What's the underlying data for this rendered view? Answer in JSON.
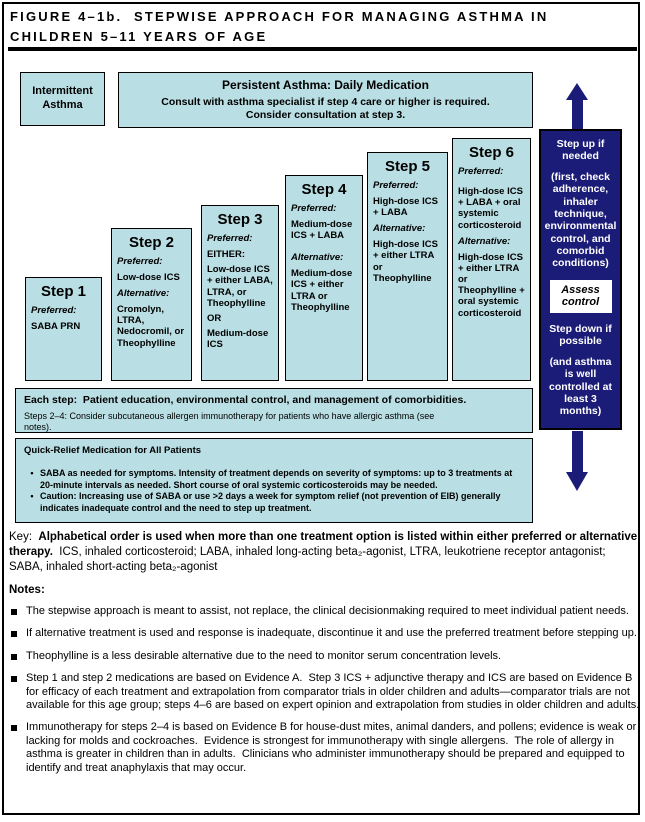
{
  "colors": {
    "light_blue": "#b9dee3",
    "navy": "#1b1b78",
    "text": "#000000"
  },
  "title": {
    "line1": "FIGURE 4–1b.  STEPWISE APPROACH FOR MANAGING ASTHMA IN",
    "line2": "CHILDREN 5–11 YEARS OF AGE"
  },
  "header": {
    "intermittent": "Intermittent Asthma",
    "persistent_title": "Persistent Asthma: Daily Medication",
    "persistent_sub1": "Consult with asthma specialist if step 4 care or higher is required.",
    "persistent_sub2": "Consider consultation at step 3."
  },
  "steps": [
    {
      "title": "Step 1",
      "preferred_label": "Preferred:",
      "preferred": "SABA PRN"
    },
    {
      "title": "Step 2",
      "preferred_label": "Preferred:",
      "preferred": "Low-dose ICS",
      "alternative_label": "Alternative:",
      "alternative": "Cromolyn, LTRA, Nedocromil, or Theophylline"
    },
    {
      "title": "Step 3",
      "preferred_label": "Preferred:",
      "either": "EITHER:",
      "option1": "Low-dose ICS + either LABA, LTRA, or Theophylline",
      "or": "OR",
      "option2": "Medium-dose ICS"
    },
    {
      "title": "Step 4",
      "preferred_label": "Preferred:",
      "preferred": "Medium-dose ICS + LABA",
      "alternative_label": "Alternative:",
      "alternative": "Medium-dose ICS + either LTRA or Theophylline"
    },
    {
      "title": "Step 5",
      "preferred_label": "Preferred:",
      "preferred": "High-dose ICS + LABA",
      "alternative_label": "Alternative:",
      "alternative": "High-dose ICS + either LTRA or Theophylline"
    },
    {
      "title": "Step 6",
      "preferred_label": "Preferred:",
      "preferred": "High-dose ICS + LABA + oral systemic corticosteroid",
      "alternative_label": "Alternative:",
      "alternative": "High-dose ICS + either LTRA or Theophylline + oral systemic corticosteroid"
    }
  ],
  "side_panel": {
    "step_up": "Step up if needed",
    "step_up_note": "(first, check adherence, inhaler technique, environmental control, and comorbid conditions)",
    "assess": "Assess control",
    "step_down": "Step down if possible",
    "step_down_note": "(and asthma is well controlled at least 3 months)"
  },
  "each_step": {
    "bold": "Each step:  Patient education, environmental control, and management of comorbidities.",
    "sub": "Steps 2–4: Consider subcutaneous allergen immunotherapy for patients who have allergic asthma (see notes)."
  },
  "quick_relief": {
    "title": "Quick-Relief Medication for All Patients",
    "bullet_glyph": "•",
    "bullets": [
      "SABA as needed for symptoms. Intensity of treatment depends on severity of symptoms: up to 3 treatments at 20-minute intervals as needed. Short course of oral systemic corticosteroids may be needed.",
      "Caution: Increasing use of SABA or use >2 days a week for symptom relief (not prevention of EIB) generally indicates inadequate control and the need to step up treatment."
    ]
  },
  "key": {
    "prefix": "Key:  ",
    "bold": "Alphabetical order is used when more than one treatment option is listed within either preferred or alternative therapy.",
    "rest": "  ICS, inhaled corticosteroid; LABA, inhaled long-acting beta₂-agonist, LTRA, leukotriene receptor antagonist; SABA, inhaled short-acting beta₂-agonist"
  },
  "notes": {
    "title": "Notes:",
    "items": [
      "The stepwise approach is meant to assist, not replace, the clinical decisionmaking required to meet individual patient needs.",
      "If alternative treatment is used and response is inadequate, discontinue it and use the preferred treatment before stepping up.",
      "Theophylline is a less desirable alternative due to the need to monitor serum concentration levels.",
      "Step 1 and step 2 medications are based on Evidence A.  Step 3 ICS + adjunctive therapy and ICS are based on Evidence B for efficacy of each treatment and extrapolation from comparator trials in older children and adults—comparator trials are not available for this age group; steps 4–6 are based on expert opinion and extrapolation from studies in older children and adults.",
      "Immunotherapy for steps 2–4 is based on Evidence B for house-dust mites, animal danders, and pollens; evidence is weak or lacking for molds and cockroaches.  Evidence is strongest for immunotherapy with single allergens.  The role of allergy in asthma is greater in children than in adults.  Clinicians who administer immunotherapy should be prepared and equipped to identify and treat anaphylaxis that may occur."
    ]
  }
}
